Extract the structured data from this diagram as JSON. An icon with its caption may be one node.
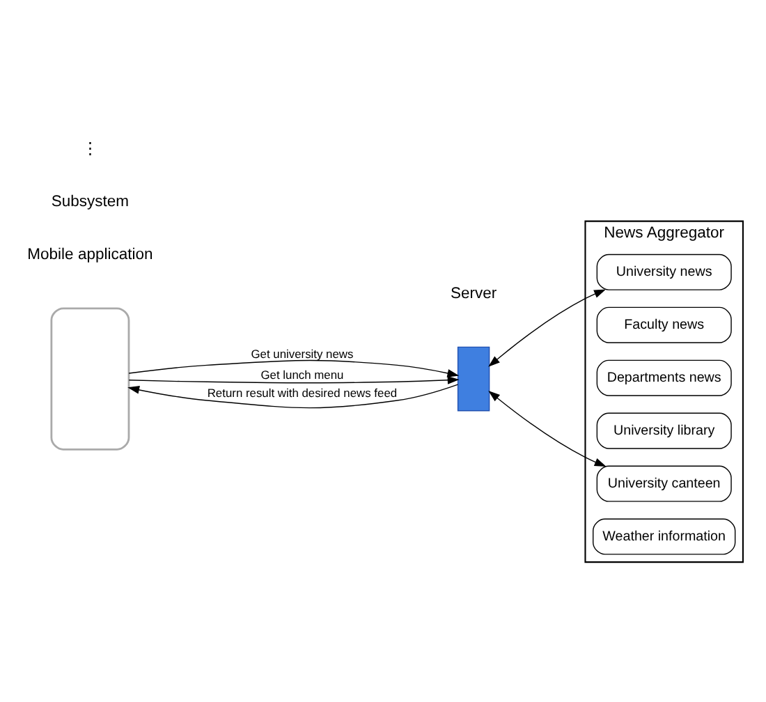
{
  "diagram": {
    "nodes": [
      {
        "text": [],
        "shape": "box"
      },
      {
        "text": [],
        "shape": "box"
      },
      {
        "text": [
          "News Aggregator"
        ]
      },
      {
        "text": [
          "University news"
        ],
        "in": 2
      },
      {
        "text": [
          "Faculty news"
        ],
        "in": 2
      },
      {
        "text": [
          "Departments news"
        ],
        "in": 2
      },
      {
        "text": [
          "University library"
        ],
        "in": 2
      },
      {
        "text": [
          "University canteen"
        ],
        "in": 2
      },
      {
        "text": [
          "Weather information"
        ],
        "in": 2
      }
    ],
    "edges": [
      {
        "from": 0,
        "to": 1,
        "arrow": "to",
        "label": "Get university news"
      },
      {
        "from": 0,
        "to": 1,
        "arrow": "to",
        "label": "Get lunch menu"
      },
      {
        "from": 1,
        "to": 0,
        "arrow": "to",
        "label": "Return result with desired news feed"
      },
      {
        "from": 1,
        "to": 3,
        "arrow": "both"
      },
      {
        "from": 1,
        "to": 7,
        "arrow": "both"
      }
    ],
    "labels": [
      "Mobile application",
      "Server",
      "Subsystem",
      "⋮"
    ]
  }
}
